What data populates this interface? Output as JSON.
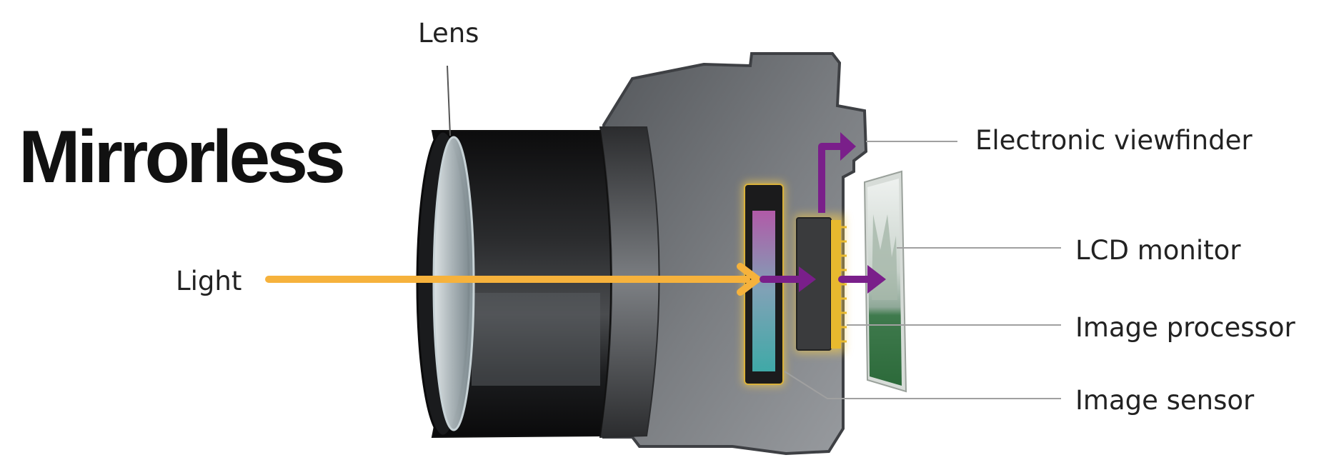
{
  "title": "Mirrorless",
  "labels": {
    "lens": "Lens",
    "light": "Light",
    "electronic_viewfinder": "Electronic viewfinder",
    "lcd_monitor": "LCD monitor",
    "image_processor": "Image processor",
    "image_sensor": "Image sensor"
  },
  "colors": {
    "light_arrow": "#f6b23c",
    "signal_arrow": "#7a1f8a",
    "body": "#6b6e72",
    "lens_barrel": "#1c1d1f",
    "leader_line": "#9a9a9a"
  }
}
